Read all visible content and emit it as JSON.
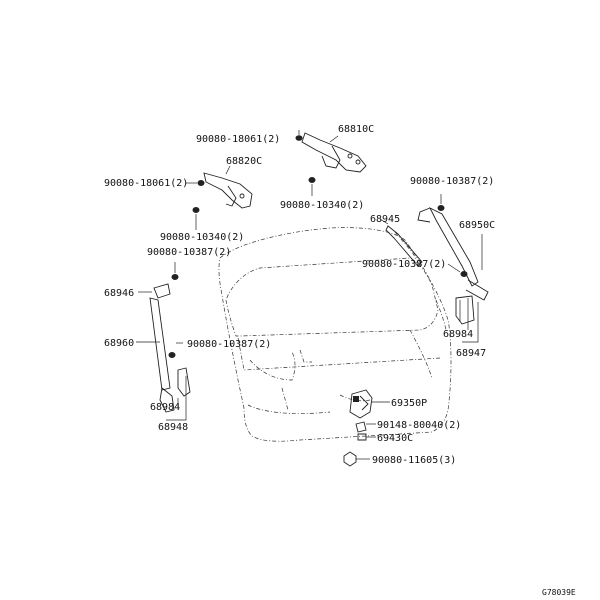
{
  "labels": {
    "l_90080_18061_top": "90080-18061(2)",
    "l_68810C": "68810C",
    "l_68820C": "68820C",
    "l_90080_18061_left": "90080-18061(2)",
    "l_90080_10340_top": "90080-10340(2)",
    "l_90080_10387_tr": "90080-10387(2)",
    "l_68945": "68945",
    "l_68950C": "68950C",
    "l_90080_10340_left": "90080-10340(2)",
    "l_90080_10387_left": "90080-10387(2)",
    "l_90080_10387_right": "90080-10387(2)",
    "l_68946": "68946",
    "l_68960": "68960",
    "l_90080_10387_mid": "90080-10387(2)",
    "l_68984_right": "68984",
    "l_68947": "68947",
    "l_69350P": "69350P",
    "l_68984_left": "68984",
    "l_68948": "68948",
    "l_90148_80040": "90148-80040(2)",
    "l_69430C": "69430C",
    "l_90080_11605": "90080-11605(3)",
    "l_code": "G78039E"
  }
}
